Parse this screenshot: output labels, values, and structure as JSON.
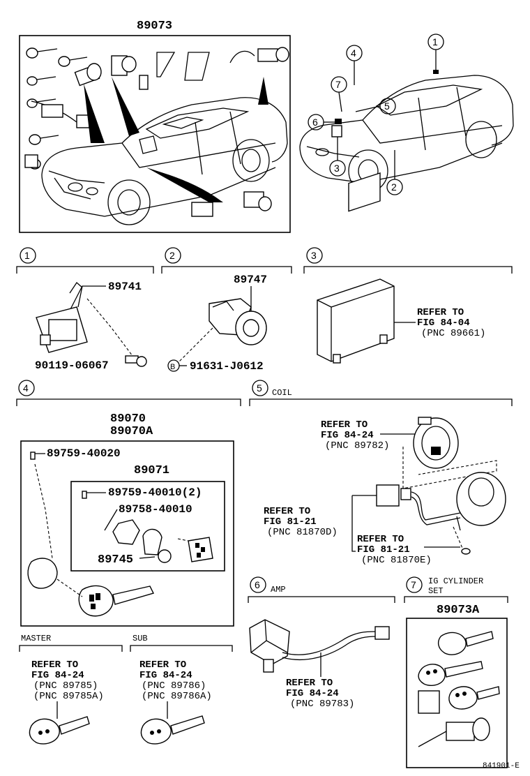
{
  "top": {
    "main_part": "89073"
  },
  "locator": {
    "callouts": [
      "1",
      "2",
      "3",
      "4",
      "5",
      "6",
      "7"
    ]
  },
  "sec1": {
    "num": "1",
    "part_a": "89741",
    "part_b": "90119-06067"
  },
  "sec2": {
    "num": "2",
    "part_a": "89747",
    "part_b": "91631-J0612",
    "ref_mark": "B"
  },
  "sec3": {
    "num": "3",
    "ref_line1": "REFER TO",
    "ref_line2": "FIG 84-04",
    "ref_line3": "(PNC 89661)"
  },
  "sec4": {
    "num": "4",
    "part_a": "89070",
    "part_b": "89070A",
    "part_c": "89759-40020",
    "part_d": "89071",
    "part_e": "89759-40010(2)",
    "part_f": "89758-40010",
    "part_g": "89745"
  },
  "sec5": {
    "num": "5",
    "title": "COIL",
    "ref1_l1": "REFER TO",
    "ref1_l2": "FIG 84-24",
    "ref1_l3": "(PNC 89782)",
    "ref2_l1": "REFER TO",
    "ref2_l2": "FIG 81-21",
    "ref2_l3": "(PNC 81870D)",
    "ref3_l1": "REFER TO",
    "ref3_l2": "FIG 81-21",
    "ref3_l3": "(PNC 81870E)"
  },
  "sec6": {
    "num": "6",
    "title": "AMP",
    "ref_l1": "REFER TO",
    "ref_l2": "FIG 84-24",
    "ref_l3": "(PNC 89783)"
  },
  "sec7": {
    "num": "7",
    "title_l1": "IG CYLINDER",
    "title_l2": "SET",
    "part_a": "89073A"
  },
  "master": {
    "title": "MASTER",
    "ref_l1": "REFER TO",
    "ref_l2": "FIG 84-24",
    "ref_l3": "(PNC 89785)",
    "ref_l4": "(PNC 89785A)"
  },
  "sub": {
    "title": "SUB",
    "ref_l1": "REFER TO",
    "ref_l2": "FIG 84-24",
    "ref_l3": "(PNC 89786)",
    "ref_l4": "(PNC 89786A)"
  },
  "footer": {
    "code": "841901-E"
  }
}
